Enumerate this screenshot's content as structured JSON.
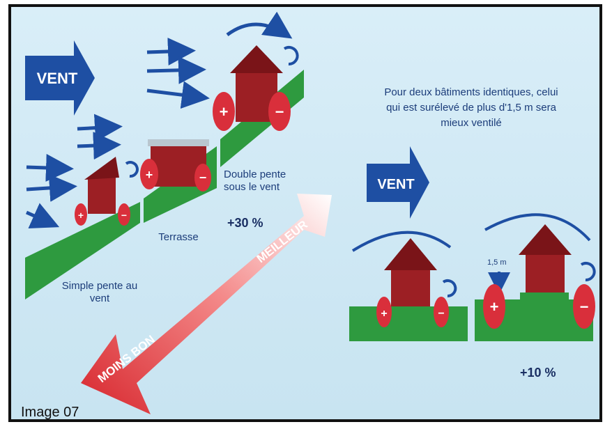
{
  "colors": {
    "ground": "#2e9a3f",
    "house": "#9c1f24",
    "roof": "#7a1418",
    "arrow_blue": "#1e4fa3",
    "pressure_plus_minus": "#d92f3b",
    "best": "#e23a3a",
    "background": "#d3ebf6"
  },
  "vent_left": "VENT",
  "vent_right": "VENT",
  "labels": {
    "simple_pente": "Simple pente au vent",
    "terrasse": "Terrasse",
    "double_pente": "Double pente sous le vent",
    "double_pente_pct": "+30 %",
    "note": "Pour deux bâtiments identiques, celui qui est surélevé de plus d'1,5 m sera mieux ventilé",
    "height_mark": "1,5 m",
    "surelevation_pct": "+10 %",
    "meilleur": "MEILLEUR",
    "moins_bon": "MOINS BON",
    "caption": "Image 07"
  },
  "icons": [
    "wind-arrow-icon",
    "plus-pressure-icon",
    "minus-pressure-icon",
    "house-icon",
    "swirl-icon"
  ]
}
